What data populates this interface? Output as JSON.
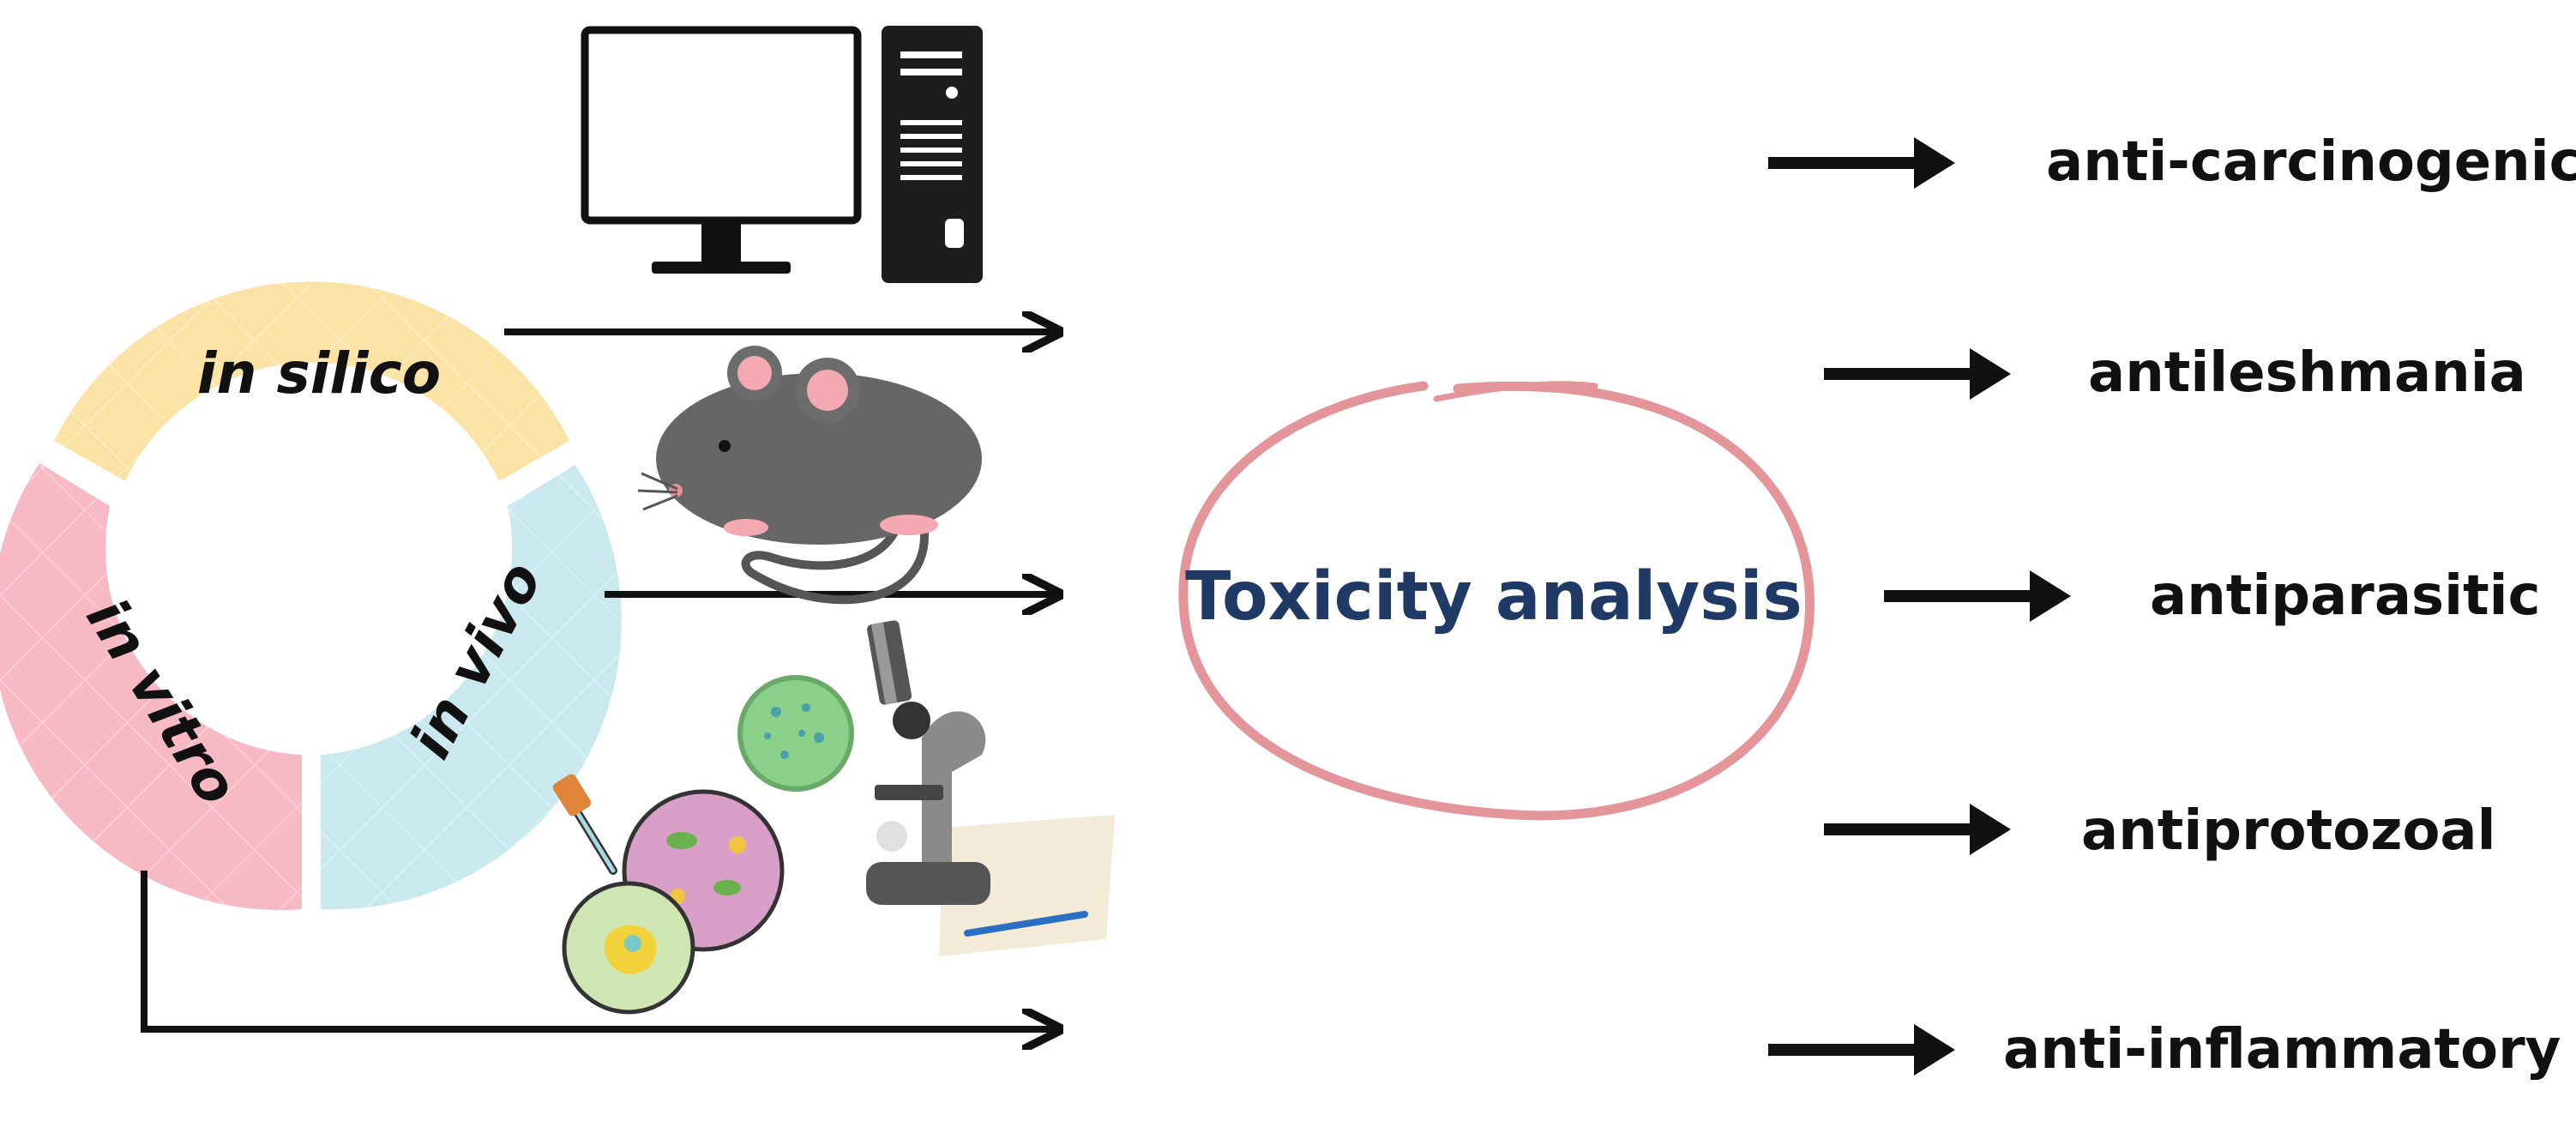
{
  "methods": [
    {
      "label": "in silico",
      "color": "#fbe3a6"
    },
    {
      "label": "in vivo",
      "color": "#c9e9ef"
    },
    {
      "label": "in vitro",
      "color": "#f7b9c4"
    }
  ],
  "center": {
    "label": "Toxicity analysis",
    "text_color": "#1f3a66",
    "ring_color": "#e3959a"
  },
  "effects": [
    "anti-carcinogenic",
    "antileshmania",
    "antiparasitic",
    "antiprotozoal",
    "anti-inflammatory"
  ],
  "icons": [
    "computer-icon",
    "mouse-icon",
    "microscope-icon",
    "petri-dish-icon",
    "pipette-icon"
  ]
}
